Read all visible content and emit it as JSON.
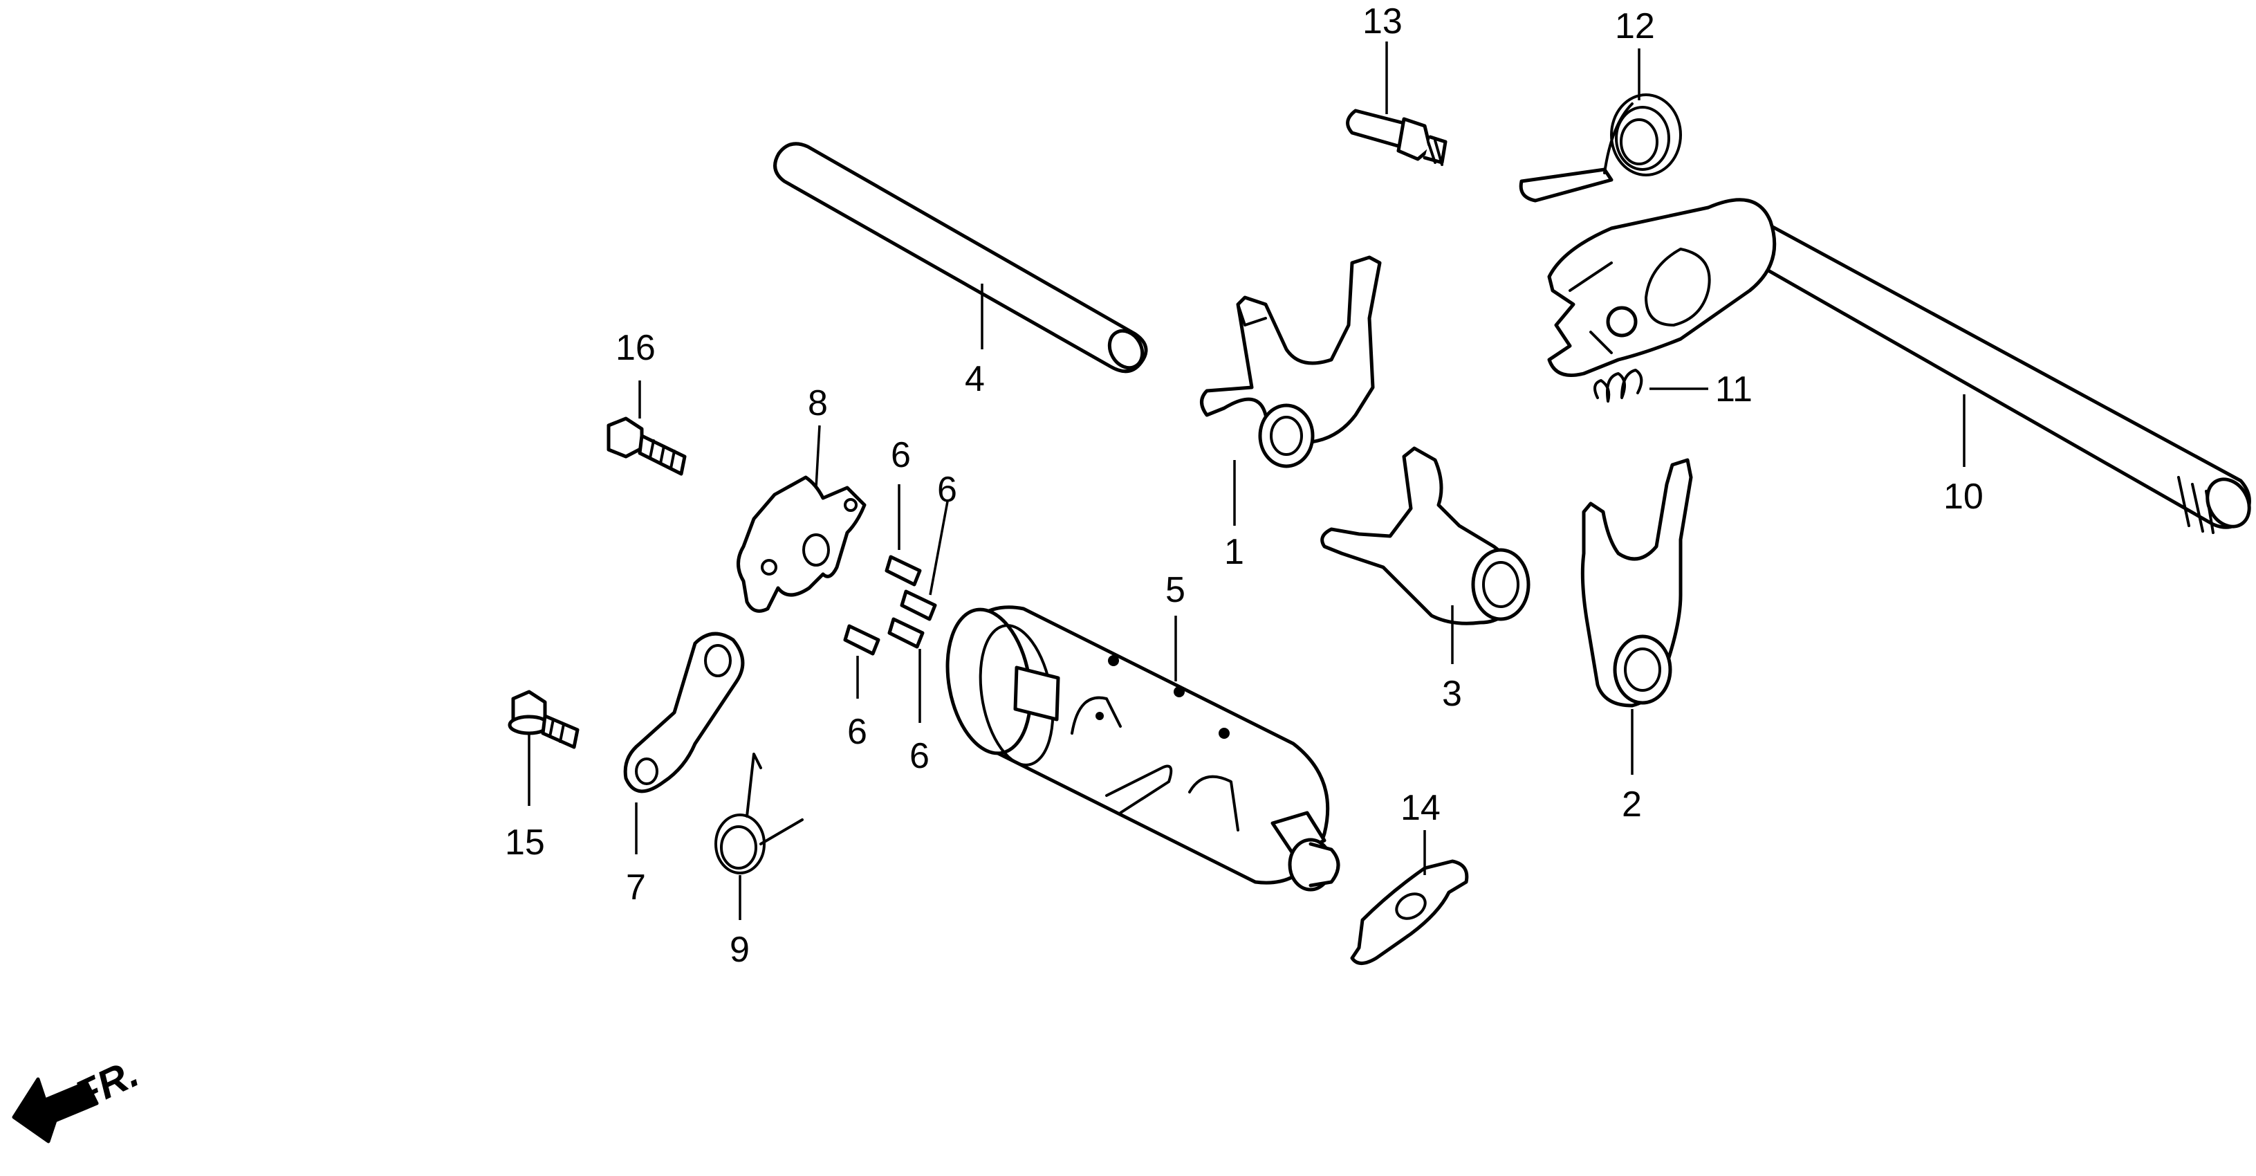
{
  "callouts": [
    "1",
    "2",
    "3",
    "4",
    "5",
    "6",
    "6",
    "6",
    "6",
    "7",
    "8",
    "9",
    "10",
    "11",
    "12",
    "13",
    "14",
    "15",
    "16"
  ],
  "direction_label": "FR.",
  "parts": [
    {
      "ref": "1",
      "icon": "shift-fork-icon"
    },
    {
      "ref": "2",
      "icon": "shift-fork-icon"
    },
    {
      "ref": "3",
      "icon": "shift-fork-icon"
    },
    {
      "ref": "4",
      "icon": "fork-shaft-icon"
    },
    {
      "ref": "5",
      "icon": "shift-drum-icon"
    },
    {
      "ref": "6",
      "icon": "drum-pin-icon"
    },
    {
      "ref": "7",
      "icon": "stopper-arm-icon"
    },
    {
      "ref": "8",
      "icon": "drum-center-plate-icon"
    },
    {
      "ref": "9",
      "icon": "torsion-spring-icon"
    },
    {
      "ref": "10",
      "icon": "gearshift-spindle-icon"
    },
    {
      "ref": "11",
      "icon": "coil-spring-icon"
    },
    {
      "ref": "12",
      "icon": "return-spring-icon"
    },
    {
      "ref": "13",
      "icon": "stud-bolt-icon"
    },
    {
      "ref": "14",
      "icon": "drum-stopper-plate-icon"
    },
    {
      "ref": "15",
      "icon": "flange-bolt-icon"
    },
    {
      "ref": "16",
      "icon": "hex-bolt-icon"
    }
  ]
}
